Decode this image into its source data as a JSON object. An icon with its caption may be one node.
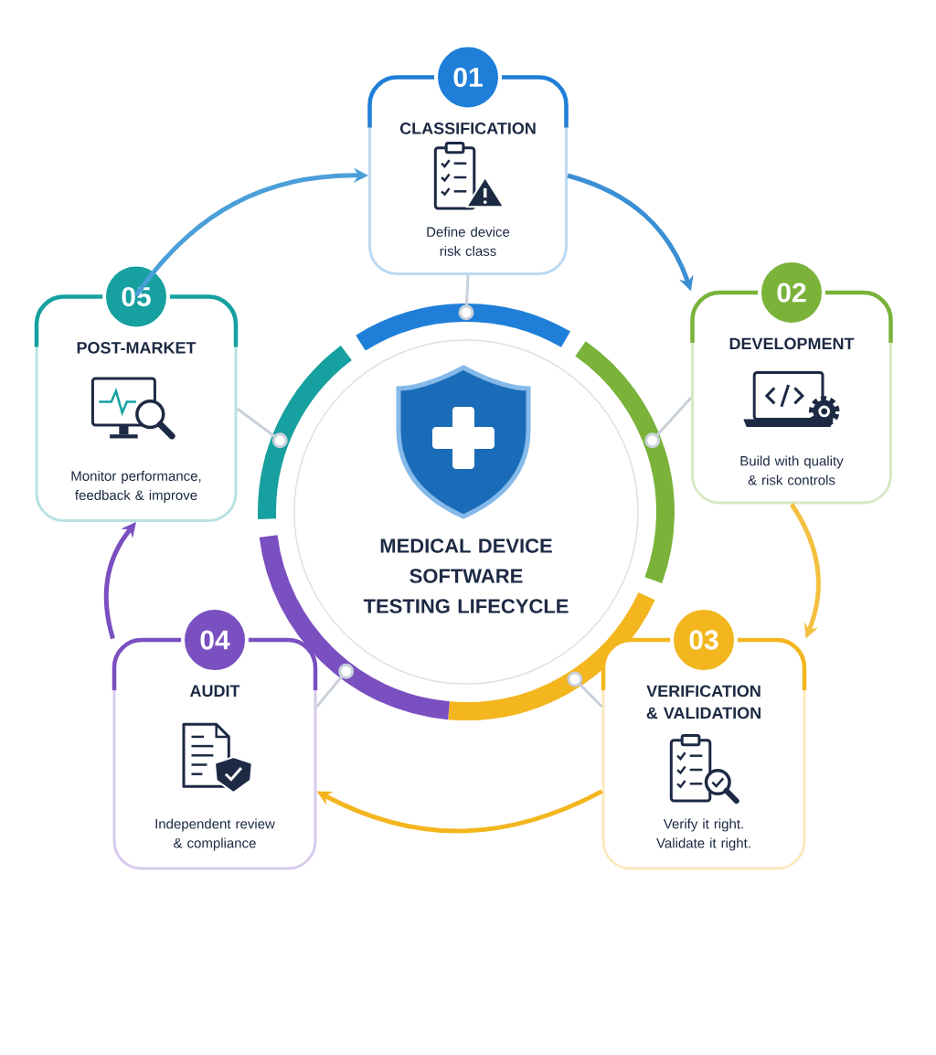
{
  "diagram": {
    "nodes": [
      {
        "text": [
          "MEDICAL DEVICE SOFTWARE TESTING LIFECYCLE"
        ]
      },
      {
        "text": [
          "01",
          "CLASSIFICATION",
          "Define device risk class"
        ]
      },
      {
        "text": [
          "02",
          "DEVELOPMENT",
          "Build with quality & risk controls"
        ]
      },
      {
        "text": [
          "03",
          "VERIFICATION & VALIDATION",
          "Verify it right. Validate it right."
        ]
      },
      {
        "text": [
          "04",
          "AUDIT",
          "Independent review & compliance"
        ]
      },
      {
        "text": [
          "05",
          "POST-MARKET",
          "Monitor performance, feedback & improve"
        ]
      }
    ],
    "edges": [
      {
        "from": 5,
        "to": 1,
        "arrow": "to",
        "color": "#4a9fd8"
      },
      {
        "from": 1,
        "to": 2,
        "arrow": "to",
        "color": "#3b8fd4"
      },
      {
        "from": 2,
        "to": 3,
        "arrow": "to",
        "color": "#f3c040"
      },
      {
        "from": 3,
        "to": 4,
        "arrow": "to",
        "color": "#f3b61f"
      },
      {
        "from": 4,
        "to": 5,
        "arrow": "to",
        "color": "#7a4fc0"
      },
      {
        "from": 0,
        "to": 1,
        "arrow": "other",
        "color": "#c9d1da"
      },
      {
        "from": 0,
        "to": 2,
        "arrow": "other",
        "color": "#c9d1da"
      },
      {
        "from": 0,
        "to": 3,
        "arrow": "other",
        "color": "#c9d1da"
      },
      {
        "from": 0,
        "to": 4,
        "arrow": "other",
        "color": "#c9d1da"
      },
      {
        "from": 0,
        "to": 5,
        "arrow": "other",
        "color": "#c9d1da"
      }
    ]
  }
}
